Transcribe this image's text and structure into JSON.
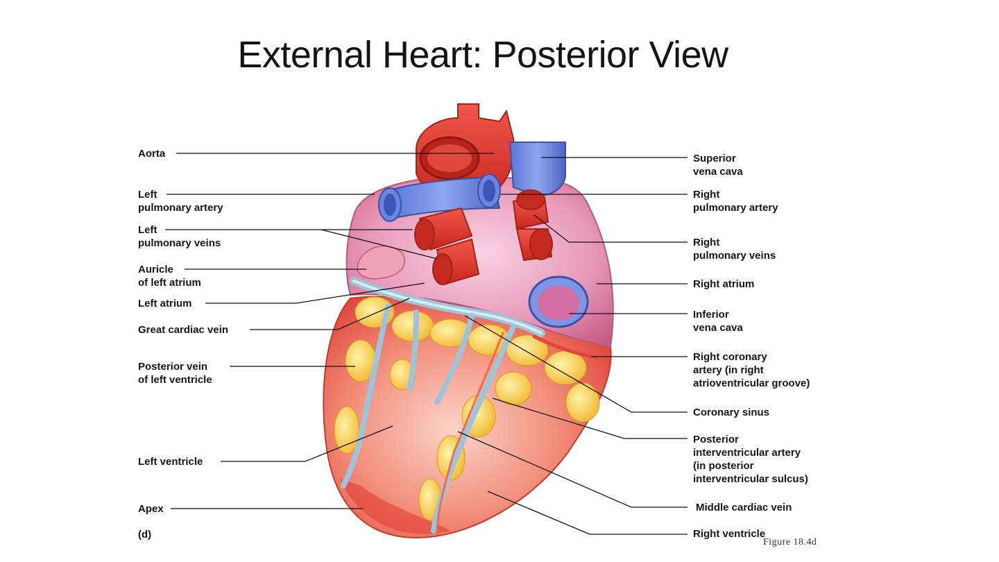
{
  "slide": {
    "title": "External Heart: Posterior View"
  },
  "figure": {
    "panel_letter": "(d)",
    "figure_number": "Figure 18.4d",
    "labels_left": [
      {
        "id": "aorta",
        "lines": [
          "Aorta"
        ]
      },
      {
        "id": "left-pulmonary-artery",
        "lines": [
          "Left",
          "pulmonary artery"
        ]
      },
      {
        "id": "left-pulmonary-veins",
        "lines": [
          "Left",
          "pulmonary veins"
        ]
      },
      {
        "id": "auricle-left-atrium",
        "lines": [
          "Auricle",
          "of left atrium"
        ]
      },
      {
        "id": "left-atrium",
        "lines": [
          "Left atrium"
        ]
      },
      {
        "id": "great-cardiac-vein",
        "lines": [
          "Great cardiac vein"
        ]
      },
      {
        "id": "posterior-vein-lv",
        "lines": [
          "Posterior vein",
          "of left ventricle"
        ]
      },
      {
        "id": "left-ventricle",
        "lines": [
          "Left ventricle"
        ]
      },
      {
        "id": "apex",
        "lines": [
          "Apex"
        ]
      }
    ],
    "labels_right": [
      {
        "id": "superior-vena-cava",
        "lines": [
          "Superior",
          "vena cava"
        ]
      },
      {
        "id": "right-pulmonary-artery",
        "lines": [
          "Right",
          "pulmonary artery"
        ]
      },
      {
        "id": "right-pulmonary-veins",
        "lines": [
          "Right",
          "pulmonary veins"
        ]
      },
      {
        "id": "right-atrium",
        "lines": [
          "Right atrium"
        ]
      },
      {
        "id": "inferior-vena-cava",
        "lines": [
          "Inferior",
          "vena cava"
        ]
      },
      {
        "id": "right-coronary-artery",
        "lines": [
          "Right coronary",
          "artery (in right",
          "atrioventricular groove)"
        ]
      },
      {
        "id": "coronary-sinus",
        "lines": [
          "Coronary sinus"
        ]
      },
      {
        "id": "posterior-interventricular-artery",
        "lines": [
          "Posterior",
          "interventricular artery",
          "(in posterior",
          "interventricular sulcus)"
        ]
      },
      {
        "id": "middle-cardiac-vein",
        "lines": [
          "Middle cardiac vein"
        ]
      },
      {
        "id": "right-ventricle",
        "lines": [
          "Right ventricle"
        ]
      }
    ]
  }
}
